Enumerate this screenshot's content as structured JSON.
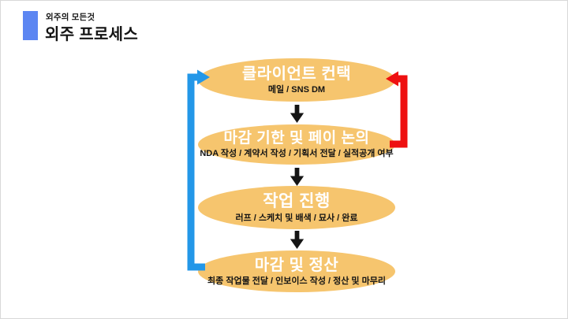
{
  "header": {
    "eyebrow": "외주의 모든것",
    "title": "외주 프로세스"
  },
  "flow": {
    "steps": [
      {
        "title": "클라이언트 컨택",
        "subtitle": "메일 / SNS DM"
      },
      {
        "title": "마감 기한 및 페이 논의",
        "subtitle": "NDA 작성 / 계약서 작성 / 기획서 전달 / 실적공개 여부"
      },
      {
        "title": "작업 진행",
        "subtitle": "러프 / 스케치 및 배색 / 묘사 / 완료"
      },
      {
        "title": "마감 및 정산",
        "subtitle": "최종 작업물 전달 / 인보이스 작성 / 정산 및 마무리"
      }
    ],
    "connectors": {
      "forward": "down-arrow",
      "loop_right": "step2-back-to-step1",
      "loop_left": "step4-back-to-step1"
    }
  },
  "colors": {
    "box_fill": "#F6C56E",
    "title_text": "#FFFFFF",
    "subtitle_text": "#141414",
    "black_arrow": "#151515",
    "loop_blue": "#2397E8",
    "loop_red": "#EE1010",
    "header_accent": "#5C86F2",
    "header_text": "#141414",
    "slide_border": "#D8D8D8"
  }
}
